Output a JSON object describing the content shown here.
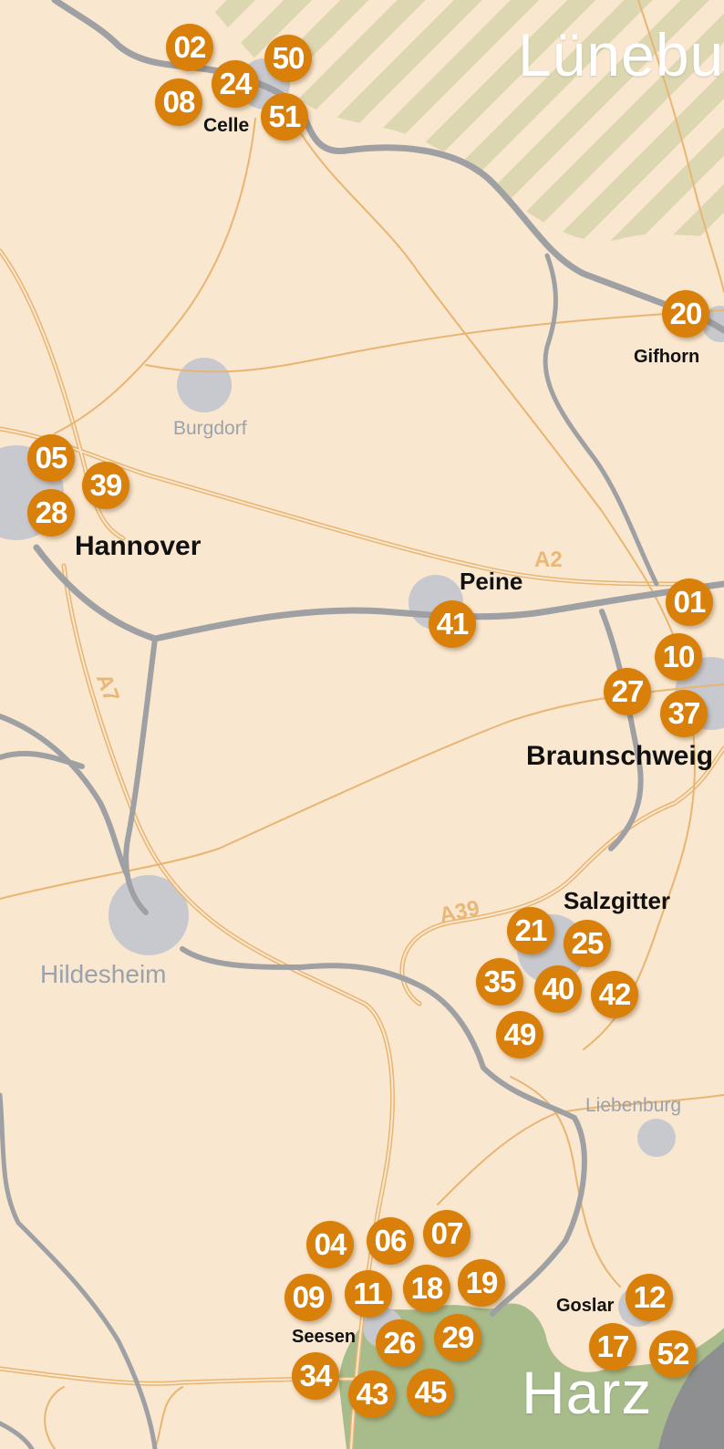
{
  "regions": {
    "lueneburg": "Lünebu",
    "harz": "Harz"
  },
  "cities": {
    "celle": "Celle",
    "gifhorn": "Gifhorn",
    "burgdorf": "Burgdorf",
    "hannover": "Hannover",
    "peine": "Peine",
    "braunschweig": "Braunschweig",
    "salzgitter": "Salzgitter",
    "hildesheim": "Hildesheim",
    "liebenburg": "Liebenburg",
    "goslar": "Goslar",
    "seesen": "Seesen"
  },
  "roads": {
    "a2": "A2",
    "a7": "A7",
    "a39": "A39"
  },
  "markers": {
    "m02": "02",
    "m08": "08",
    "m24": "24",
    "m50": "50",
    "m51": "51",
    "m20": "20",
    "m05": "05",
    "m28": "28",
    "m39": "39",
    "m41": "41",
    "m01": "01",
    "m10": "10",
    "m27": "27",
    "m37": "37",
    "m21": "21",
    "m25": "25",
    "m35": "35",
    "m40": "40",
    "m42": "42",
    "m49": "49",
    "m04": "04",
    "m06": "06",
    "m07": "07",
    "m09": "09",
    "m11": "11",
    "m18": "18",
    "m19": "19",
    "m26": "26",
    "m29": "29",
    "m34": "34",
    "m43": "43",
    "m45": "45",
    "m12": "12",
    "m17": "17",
    "m52": "52"
  },
  "colors": {
    "background": "#fae7cf",
    "marker": "#d9800a",
    "marker_text": "#ffffff",
    "city_area": "#c7c9cf",
    "main_road": "#9fa0a3",
    "minor_road": "#e8b572",
    "forest": "#a7bb8b",
    "heath_stripes": "#dcd7b1"
  }
}
